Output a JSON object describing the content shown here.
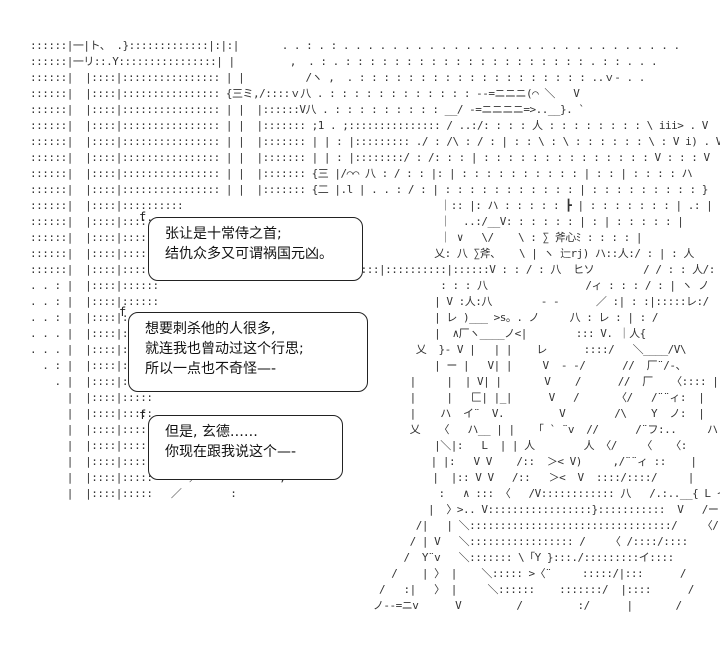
{
  "dialogue": {
    "bubble1": {
      "lines": [
        "张让是十常侍之首;",
        "结仇众多又可谓祸国元凶。"
      ]
    },
    "bubble2": {
      "lines": [
        "想要刺杀他的人很多,",
        "就连我也曾动过这个行思;",
        "所以一点也不奇怪—-"
      ]
    },
    "bubble3": {
      "lines": [
        "但是, 玄德……",
        "你现在跟我说这个—-"
      ]
    }
  }
}
